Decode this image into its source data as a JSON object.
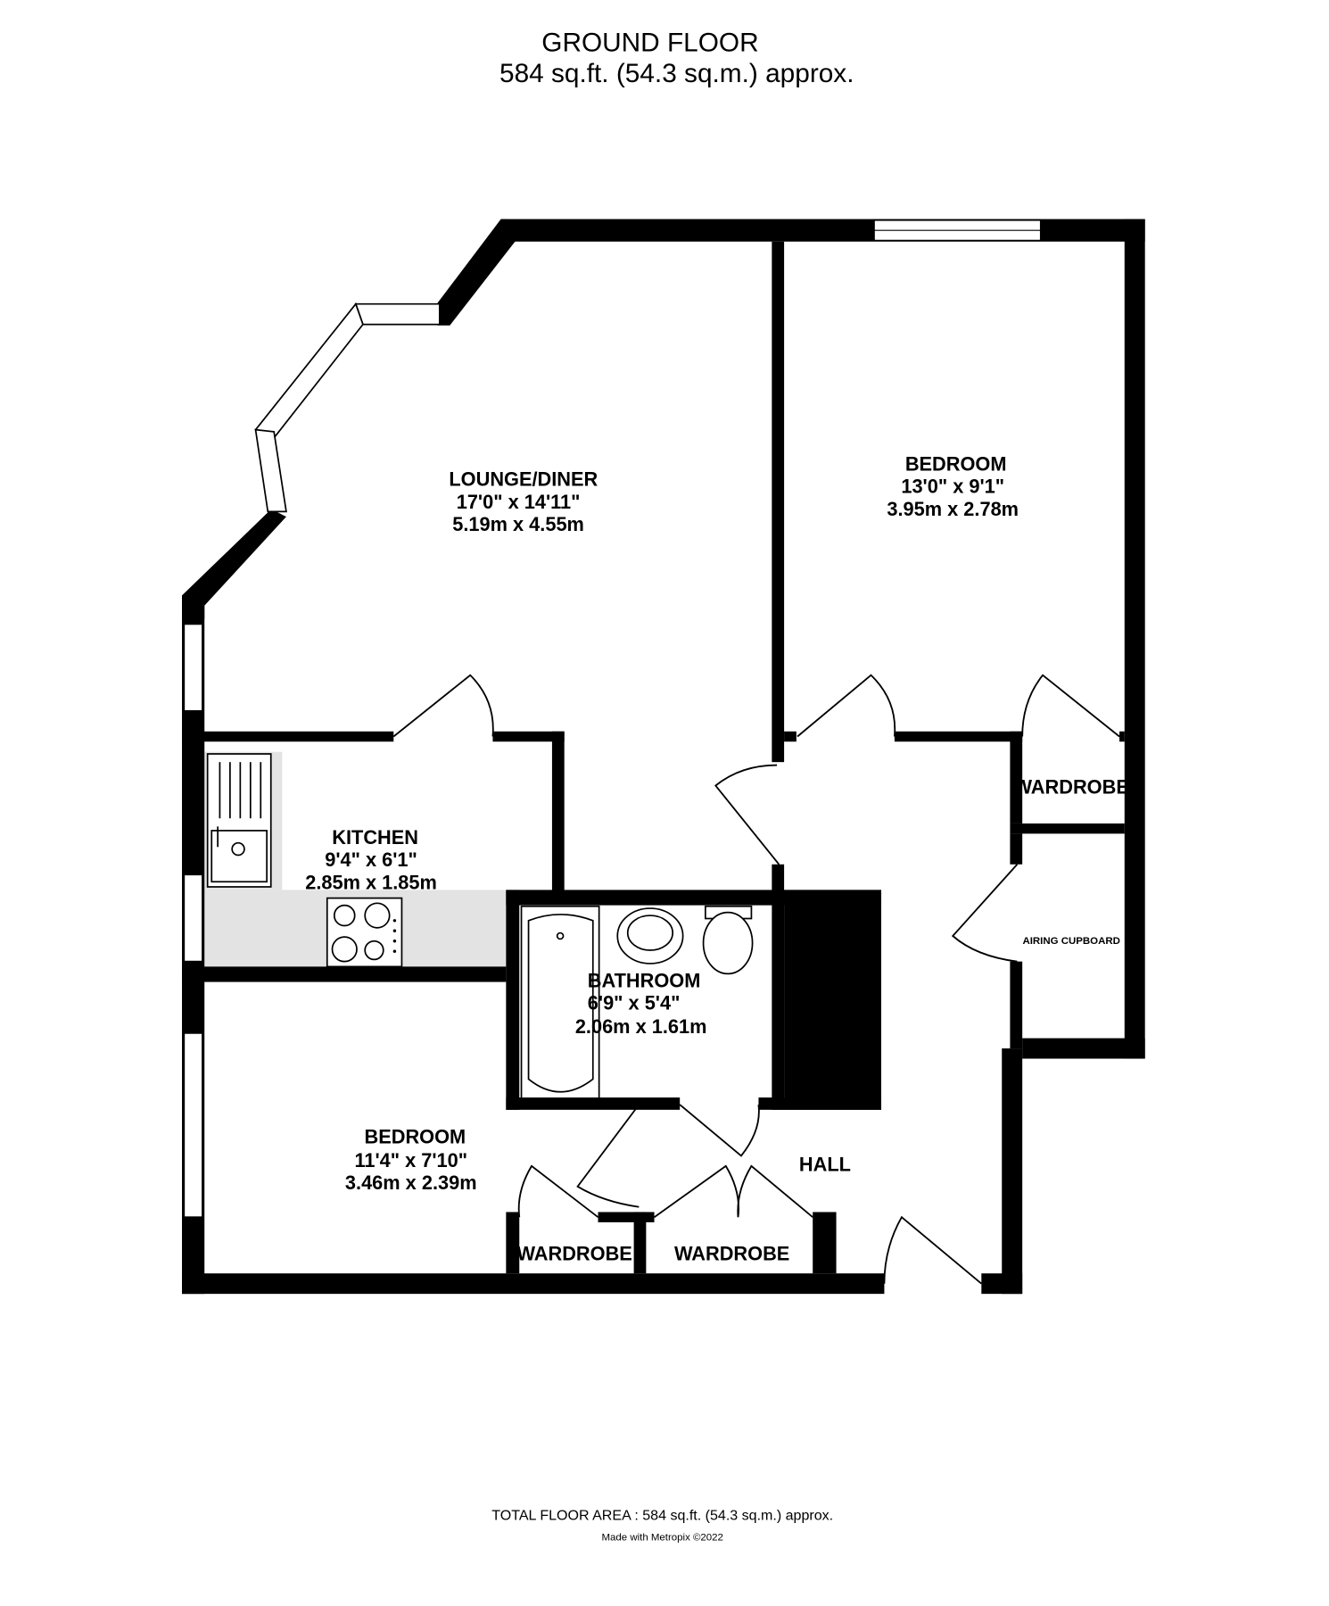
{
  "header": {
    "floor_name": "GROUND FLOOR",
    "floor_area": "584 sq.ft. (54.3 sq.m.) approx."
  },
  "rooms": {
    "lounge": {
      "name": "LOUNGE/DINER",
      "imperial": "17'0\"  x 14'11\"",
      "metric": "5.19m  x 4.55m"
    },
    "bedroom1": {
      "name": "BEDROOM",
      "imperial": "13'0\"  x 9'1\"",
      "metric": "3.95m  x 2.78m"
    },
    "kitchen": {
      "name": "KITCHEN",
      "imperial": "9'4\"  x 6'1\"",
      "metric": "2.85m  x 1.85m"
    },
    "bathroom": {
      "name": "BATHROOM",
      "imperial": "6'9\"  x 5'4\"",
      "metric": "2.06m  x 1.61m"
    },
    "bedroom2": {
      "name": "BEDROOM",
      "imperial": "11'4\"  x 7'10\"",
      "metric": "3.46m  x 2.39m"
    },
    "hall": {
      "name": "HALL"
    },
    "wardrobe1": {
      "name": "WARDROBE"
    },
    "airing": {
      "name": "AIRING CUPBOARD"
    },
    "wardrobe2": {
      "name": "WARDROBE"
    },
    "wardrobe3": {
      "name": "WARDROBE"
    }
  },
  "footer": {
    "total": "TOTAL FLOOR AREA : 584 sq.ft. (54.3 sq.m.) approx.",
    "credit": "Made with Metropix ©2022"
  },
  "colors": {
    "wall": "#000000",
    "counter": "#e3e3e3",
    "background": "#ffffff"
  }
}
